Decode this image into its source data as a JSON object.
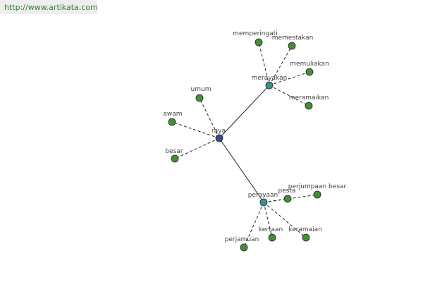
{
  "source_url": "http://www.artikata.com",
  "colors": {
    "center": "#3b4a8c",
    "hub": "#3f8f8f",
    "leaf": "#4a8a3c",
    "edge": "#222222"
  },
  "nodes": [
    {
      "id": "raya",
      "label": "raya",
      "kind": "center"
    },
    {
      "id": "merayakan",
      "label": "merayakan",
      "kind": "hub"
    },
    {
      "id": "perayaan",
      "label": "perayaan",
      "kind": "hub"
    },
    {
      "id": "umum",
      "label": "umum",
      "kind": "leaf"
    },
    {
      "id": "awam",
      "label": "awam",
      "kind": "leaf"
    },
    {
      "id": "besar",
      "label": "besar",
      "kind": "leaf"
    },
    {
      "id": "memperingati",
      "label": "memperingati",
      "kind": "leaf"
    },
    {
      "id": "memestakan",
      "label": "memestakan",
      "kind": "leaf"
    },
    {
      "id": "memuliakan",
      "label": "memuliakan",
      "kind": "leaf"
    },
    {
      "id": "meramaikan",
      "label": "meramaikan",
      "kind": "leaf"
    },
    {
      "id": "pesta",
      "label": "pesta",
      "kind": "leaf"
    },
    {
      "id": "perjumpaan-besar",
      "label": "perjumpaan besar",
      "kind": "leaf"
    },
    {
      "id": "keramaian",
      "label": "keramaian",
      "kind": "leaf"
    },
    {
      "id": "kertaan",
      "label": "kertaan",
      "kind": "leaf"
    },
    {
      "id": "perjamuan",
      "label": "perjamuan",
      "kind": "leaf"
    }
  ],
  "edges": [
    {
      "from": "raya",
      "to": "merayakan",
      "style": "solid"
    },
    {
      "from": "raya",
      "to": "perayaan",
      "style": "solid"
    },
    {
      "from": "raya",
      "to": "umum",
      "style": "dashed"
    },
    {
      "from": "raya",
      "to": "awam",
      "style": "dashed"
    },
    {
      "from": "raya",
      "to": "besar",
      "style": "dashed"
    },
    {
      "from": "merayakan",
      "to": "memperingati",
      "style": "dashed"
    },
    {
      "from": "merayakan",
      "to": "memestakan",
      "style": "dashed"
    },
    {
      "from": "merayakan",
      "to": "memuliakan",
      "style": "dashed"
    },
    {
      "from": "merayakan",
      "to": "meramaikan",
      "style": "dashed"
    },
    {
      "from": "perayaan",
      "to": "pesta",
      "style": "dashed"
    },
    {
      "from": "perayaan",
      "to": "perjumpaan-besar",
      "style": "dashed"
    },
    {
      "from": "perayaan",
      "to": "keramaian",
      "style": "dashed"
    },
    {
      "from": "perayaan",
      "to": "kertaan",
      "style": "dashed"
    },
    {
      "from": "perayaan",
      "to": "perjamuan",
      "style": "dashed"
    }
  ]
}
